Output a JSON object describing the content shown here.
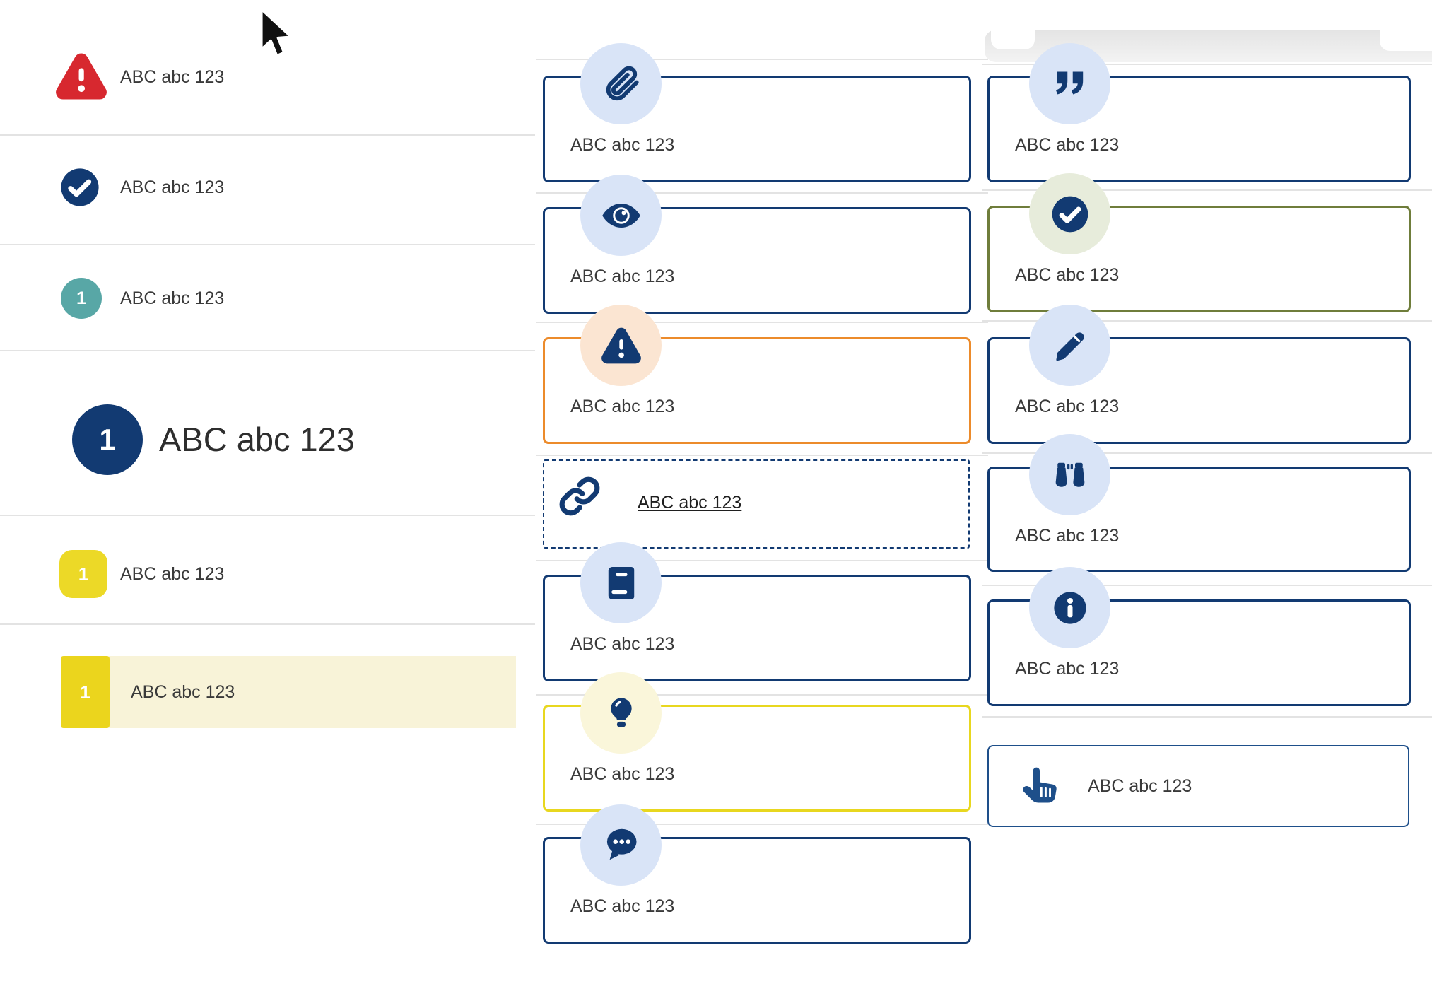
{
  "colors": {
    "navy": "#123a72",
    "icon_circle_blue": "#d9e4f7",
    "alert_red": "#d7282f",
    "teal": "#58a7a6",
    "yellow": "#ecd927",
    "highlight_yellow": "#f8f3d8",
    "orange": "#ec8b2b",
    "olive_green": "#6f7d3b",
    "divider_gray": "#e3e3e3"
  },
  "left_list": {
    "rows": [
      {
        "label": "ABC abc 123",
        "icon": "alert-triangle"
      },
      {
        "label": "ABC abc 123",
        "icon": "check-circle"
      },
      {
        "label": "ABC abc 123",
        "badge": "1"
      },
      {
        "label": "ABC abc 123",
        "badge": "1"
      },
      {
        "label": "ABC abc 123",
        "badge": "1"
      },
      {
        "label": "ABC abc 123",
        "badge": "1"
      }
    ]
  },
  "middle_column": {
    "cards": [
      {
        "label": "ABC abc 123",
        "icon": "paperclip"
      },
      {
        "label": "ABC abc 123",
        "icon": "eye"
      },
      {
        "label": "ABC abc 123",
        "icon": "alert-triangle"
      },
      {
        "label": "ABC abc 123",
        "icon": "link"
      },
      {
        "label": "ABC abc 123",
        "icon": "book"
      },
      {
        "label": "ABC abc 123",
        "icon": "lightbulb"
      },
      {
        "label": "ABC abc 123",
        "icon": "chat"
      }
    ]
  },
  "right_column": {
    "cards": [
      {
        "label": "ABC abc 123",
        "icon": "quote"
      },
      {
        "label": "ABC abc 123",
        "icon": "check-circle"
      },
      {
        "label": "ABC abc 123",
        "icon": "pencil"
      },
      {
        "label": "ABC abc 123",
        "icon": "binoculars"
      },
      {
        "label": "ABC abc 123",
        "icon": "info"
      },
      {
        "label": "ABC abc 123",
        "icon": "hand-point-up"
      }
    ]
  }
}
